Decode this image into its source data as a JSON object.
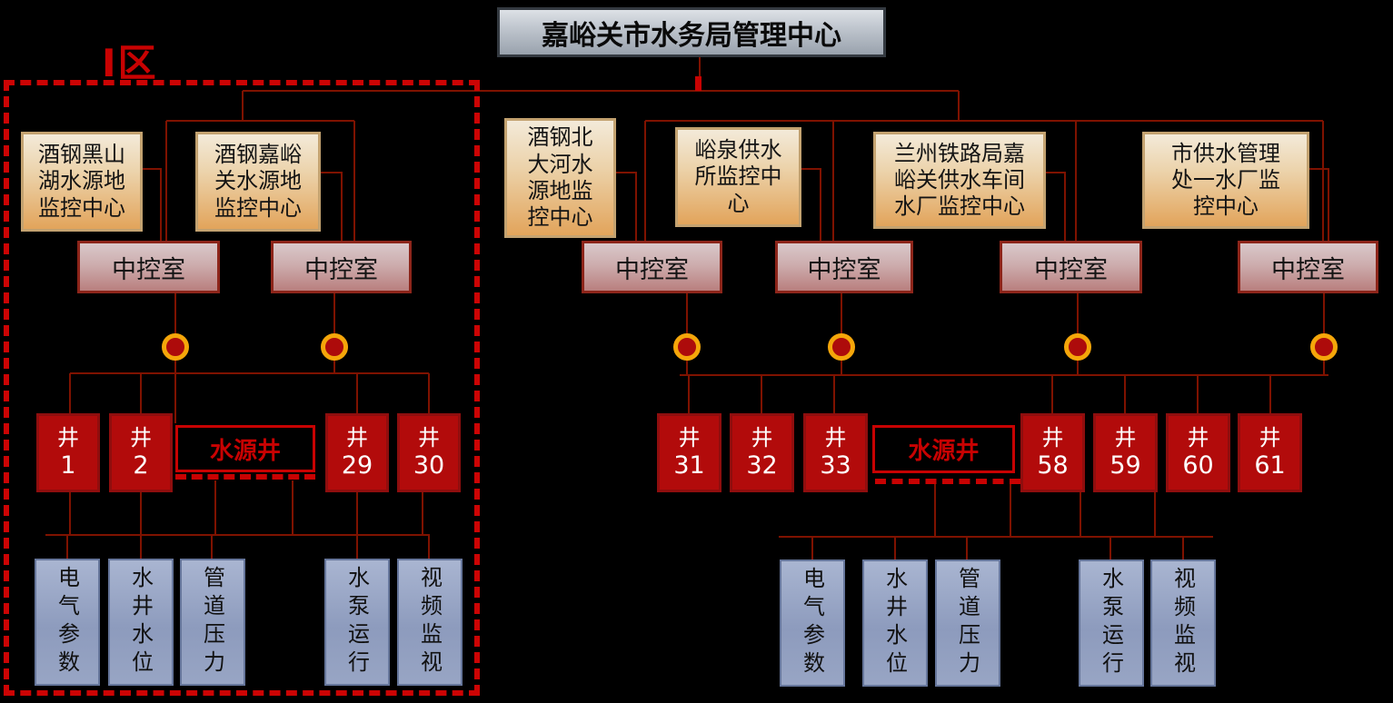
{
  "header": {
    "title": "嘉峪关市水务局管理中心"
  },
  "zone1": {
    "label": "Ⅰ区"
  },
  "monitoring_centers": [
    {
      "name": "酒钢黑山湖水源地监控中心"
    },
    {
      "name": "酒钢嘉峪关水源地监控中心"
    },
    {
      "name": "酒钢北大河水源地监控中心"
    },
    {
      "name": "峪泉供水所监控中心"
    },
    {
      "name": "兰州铁路局嘉峪关供水车间水厂监控中心"
    },
    {
      "name": "市供水管理处一水厂监控中心"
    }
  ],
  "control_room": {
    "label": "中控室"
  },
  "well_group": {
    "label": "水源井"
  },
  "wells": {
    "left": [
      {
        "label": "井",
        "number": "1"
      },
      {
        "label": "井",
        "number": "2"
      },
      {
        "label": "井",
        "number": "29"
      },
      {
        "label": "井",
        "number": "30"
      }
    ],
    "right": [
      {
        "label": "井",
        "number": "31"
      },
      {
        "label": "井",
        "number": "32"
      },
      {
        "label": "井",
        "number": "33"
      },
      {
        "label": "井",
        "number": "58"
      },
      {
        "label": "井",
        "number": "59"
      },
      {
        "label": "井",
        "number": "60"
      },
      {
        "label": "井",
        "number": "61"
      }
    ]
  },
  "parameters": [
    "电气参数",
    "水井水位",
    "管道压力",
    "水泵运行",
    "视频监视"
  ],
  "palette": {
    "background": "#000000",
    "connector_dark_red": "#7f1200",
    "zone_border_red": "#cc0404",
    "well_red": "#b20b0b",
    "node_ring_gold": "#f5a60a",
    "monitor_box_tan": "#e2a45b",
    "control_room_pink": "#b97f7e",
    "param_box_blue": "#8d9bbd",
    "title_box_gray": "#99a2ad"
  }
}
